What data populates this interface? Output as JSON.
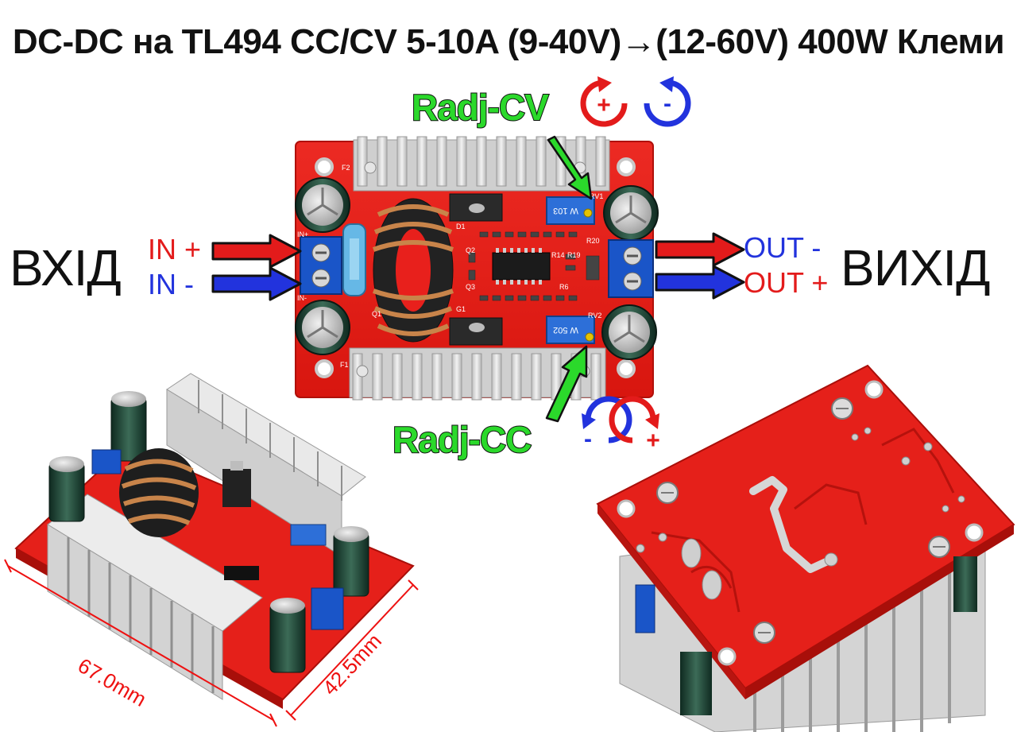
{
  "title": "DC-DC на TL494 CC/CV 5-10A (9-40V)→(12-60V) 400W Клеми",
  "labels": {
    "input_word": "ВХІД",
    "output_word": "ВИХІД",
    "in_plus": "IN +",
    "in_minus": "IN -",
    "out_minus": "OUT -",
    "out_plus": "OUT +",
    "radj_cv": "Radj-CV",
    "radj_cc": "Radj-CC",
    "plus_symbol": "+",
    "minus_symbol": "-"
  },
  "dimensions": {
    "length": "67.0mm",
    "width": "42.5mm"
  },
  "pcb_markings": {
    "trimmer_cv": "W 103",
    "trimmer_cc": "W 502",
    "rv1": "RV1",
    "rv2": "RV2",
    "r20": "R20",
    "r14": "R14",
    "r19": "R19",
    "r6": "R6",
    "q1": "Q1",
    "q2": "Q2",
    "q3": "Q3",
    "d1": "D1",
    "g1": "G1",
    "f1": "F1",
    "f2": "F2",
    "in_plus_silk": "IN+",
    "in_minus_silk": "IN-"
  },
  "colors": {
    "pcb": "#e8201c",
    "heatsink": "#d8d8d8",
    "terminal": "#1a55c8",
    "capacitor": "#1f3b30",
    "arrow_red": "#e31b1b",
    "arrow_blue": "#2233dd",
    "callout_green": "#2bd92b",
    "copper": "#c8844a"
  }
}
